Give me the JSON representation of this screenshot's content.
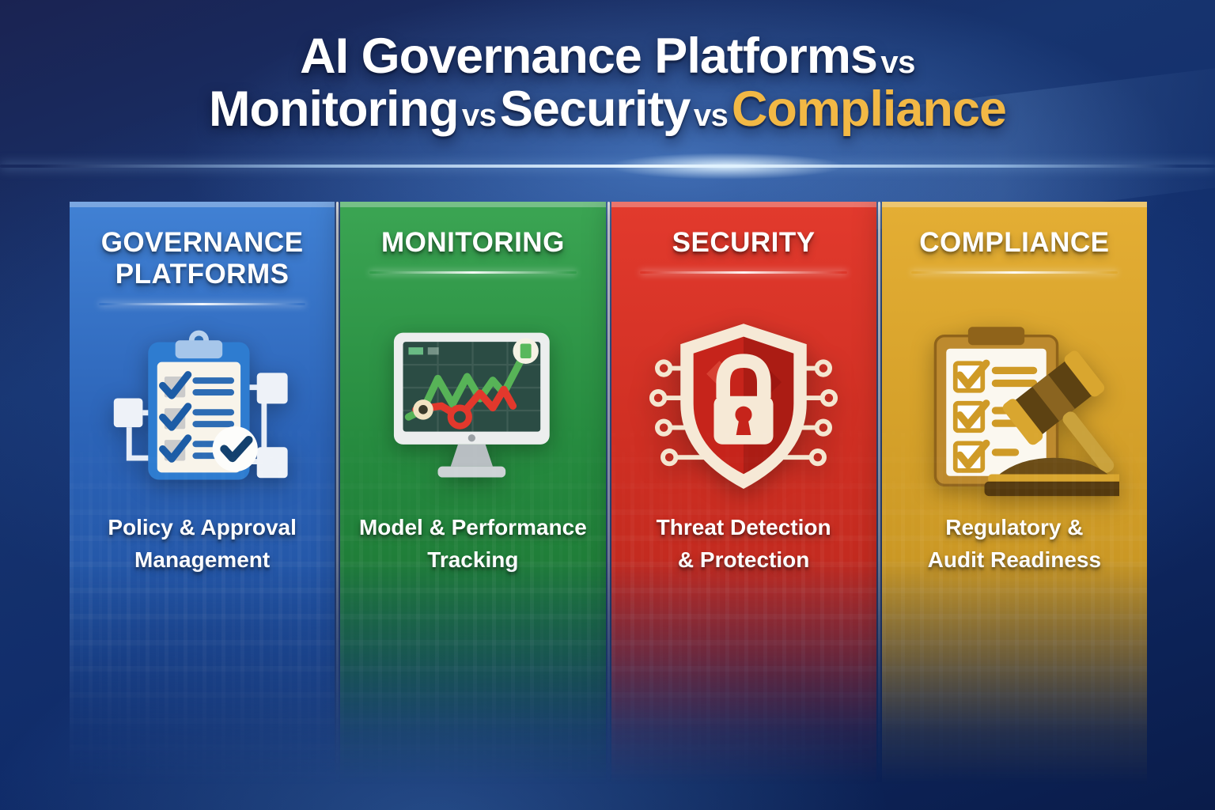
{
  "title": {
    "line1": {
      "main": "AI Governance Platforms",
      "vs": "vs"
    },
    "line2": {
      "part1": "Monitoring",
      "vs1": "vs",
      "part2": "Security",
      "vs2": "vs",
      "part3": "Compliance"
    },
    "highlight_color": "#f2b845"
  },
  "columns": [
    {
      "id": "governance-platforms",
      "heading_lines": [
        "GOVERNANCE",
        "PLATFORMS"
      ],
      "subtitle_lines": [
        "Policy & Approval",
        "Management"
      ],
      "icon": "clipboard-checklist-workflow-icon",
      "color": "#2c64b8"
    },
    {
      "id": "monitoring",
      "heading_lines": [
        "MONITORING"
      ],
      "subtitle_lines": [
        "Model & Performance",
        "Tracking"
      ],
      "icon": "monitor-line-chart-icon",
      "color": "#24883d"
    },
    {
      "id": "security",
      "heading_lines": [
        "SECURITY"
      ],
      "subtitle_lines": [
        "Threat Detection",
        "& Protection"
      ],
      "icon": "shield-padlock-circuit-icon",
      "color": "#cd2e22"
    },
    {
      "id": "compliance",
      "heading_lines": [
        "COMPLIANCE"
      ],
      "subtitle_lines": [
        "Regulatory &",
        "Audit Readiness"
      ],
      "icon": "clipboard-gavel-icon",
      "color": "#d29e28"
    }
  ],
  "background": {
    "base_color": "#0a1c4c",
    "glow_color": "#3a6fc0"
  }
}
